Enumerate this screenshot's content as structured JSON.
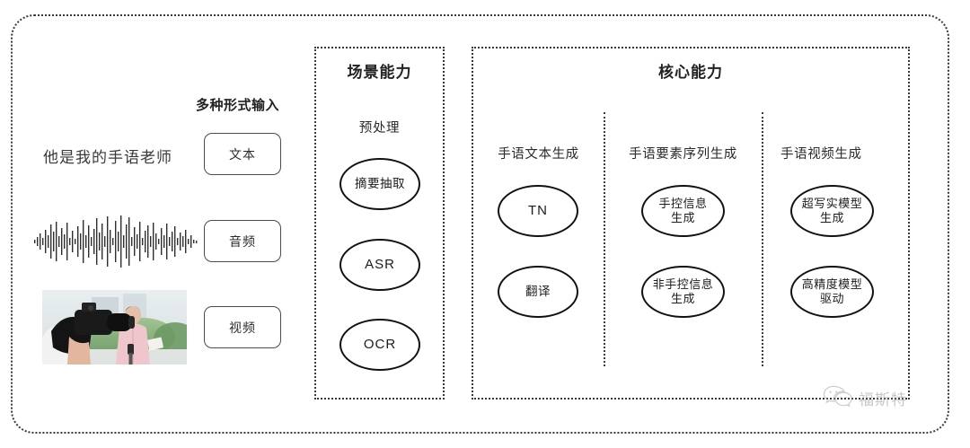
{
  "diagram": {
    "input_section": {
      "heading": "多种形式输入",
      "items": [
        {
          "sample_text": "他是我的手语老师",
          "chip_label": "文本",
          "media": "text"
        },
        {
          "chip_label": "音频",
          "media": "waveform"
        },
        {
          "chip_label": "视频",
          "media": "photo"
        }
      ]
    },
    "scene_panel": {
      "title": "场景能力",
      "columns": [
        {
          "label": "预处理",
          "nodes": [
            "摘要抽取",
            "ASR",
            "OCR"
          ]
        }
      ]
    },
    "core_panel": {
      "title": "核心能力",
      "columns": [
        {
          "label": "手语文本生成",
          "nodes": [
            "TN",
            "翻译"
          ]
        },
        {
          "label": "手语要素序列生成",
          "nodes": [
            "手控信息\n生成",
            "非手控信息\n生成"
          ]
        },
        {
          "label": "手语视频生成",
          "nodes": [
            "超写实模型\n生成",
            "高精度模型\n驱动"
          ]
        }
      ]
    },
    "watermark": {
      "icon": "wechat-icon",
      "text": "福斯特"
    },
    "colors": {
      "border_dotted": "#3a3a3a",
      "node_stroke": "#111111",
      "chip_stroke": "#4a4a52",
      "text": "#2b2b2b",
      "watermark_text": "#9a9a9a",
      "background": "#ffffff"
    }
  }
}
